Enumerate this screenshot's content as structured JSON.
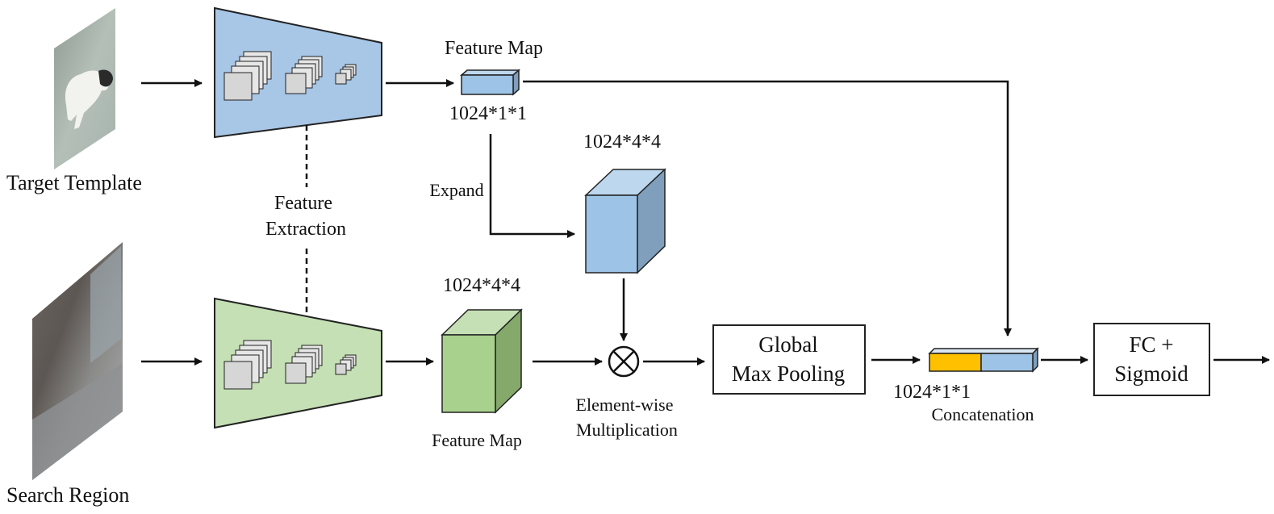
{
  "labels": {
    "target_template": "Target Template",
    "search_region": "Search Region",
    "feature_extraction_line1": "Feature",
    "feature_extraction_line2": "Extraction",
    "feature_map_top": "Feature Map",
    "dim_top_map": "1024*1*1",
    "expand": "Expand",
    "dim_expanded": "1024*4*4",
    "dim_search_map": "1024*4*4",
    "feature_map_bottom": "Feature Map",
    "elementwise_line1": "Element-wise",
    "elementwise_line2": "Multiplication",
    "gmp_line1": "Global",
    "gmp_line2": "Max Pooling",
    "dim_concat": "1024*1*1",
    "concatenation": "Concatenation",
    "fc_line1": "FC +",
    "fc_line2": "Sigmoid"
  },
  "colors": {
    "template_branch": "#a8c6e6",
    "search_branch": "#c5e0b4",
    "search_cube": "#a9d18e",
    "concat_left": "#ffc000",
    "concat_right": "#9dc3e6",
    "stroke": "#111111"
  },
  "icons": {
    "multiply": "circled-times-icon"
  }
}
